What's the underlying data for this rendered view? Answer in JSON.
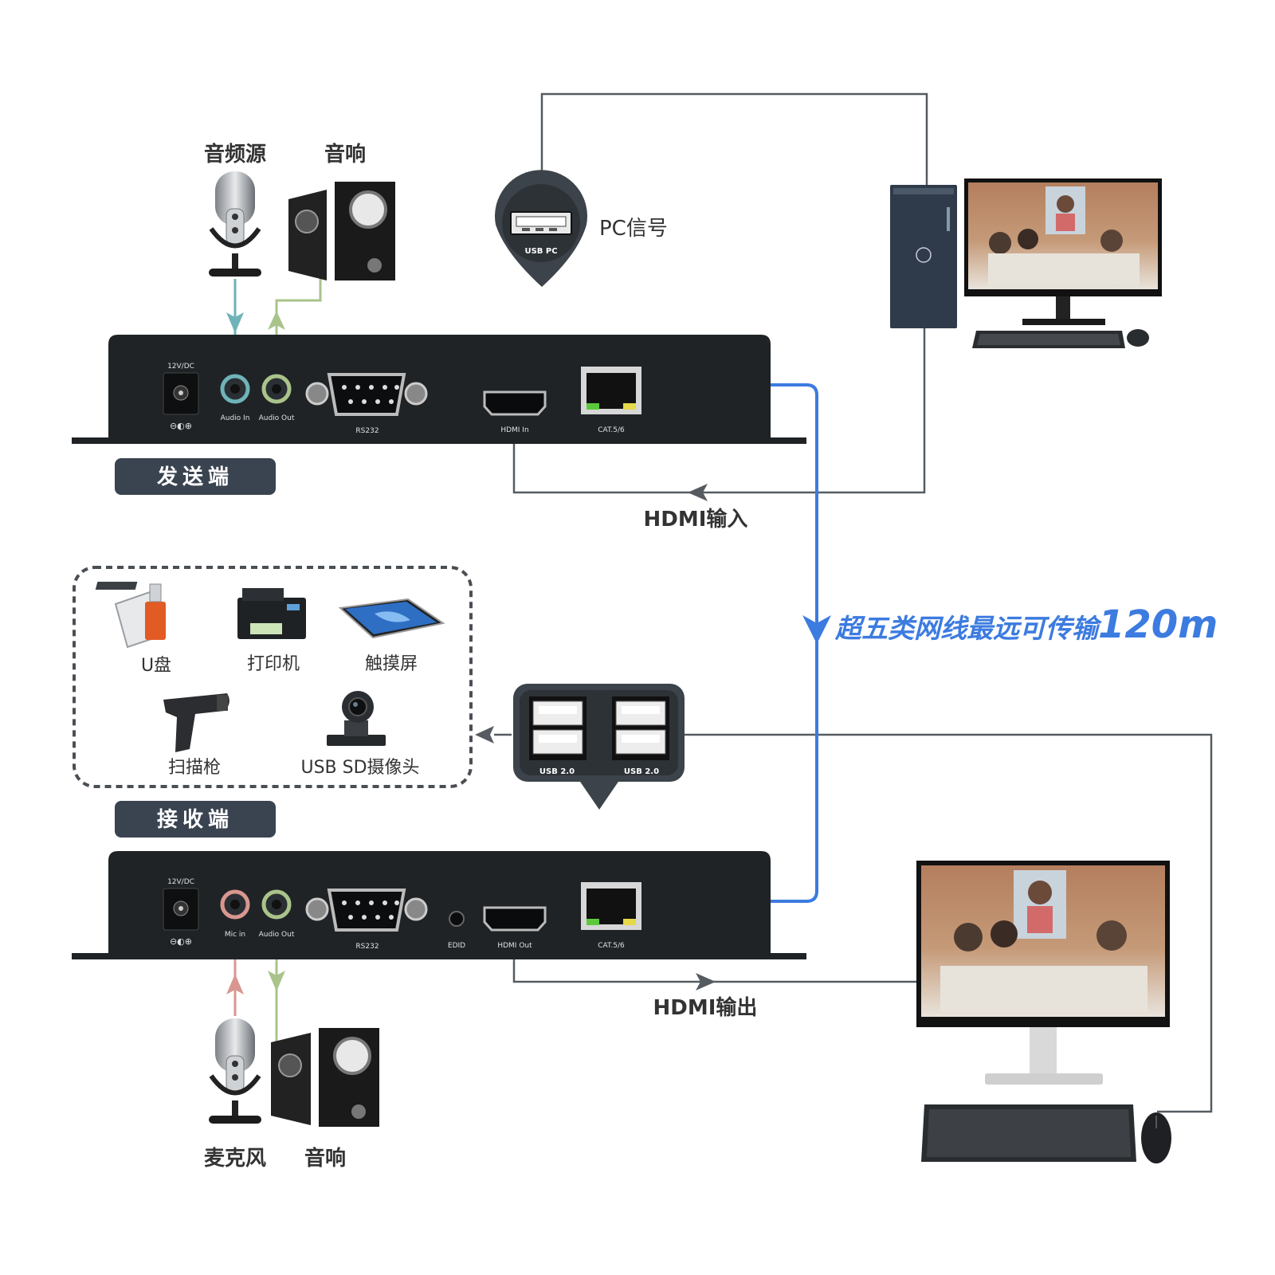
{
  "top_labels": {
    "audio_source": "音频源",
    "speaker_top": "音响",
    "pc_signal": "PC信号"
  },
  "transmitter": {
    "badge": "发送端",
    "ports": {
      "power": "12V/DC",
      "audio_in": "Audio In",
      "audio_out": "Audio Out",
      "rs232": "RS232",
      "hdmi_in": "HDMI In",
      "cat": "CAT.5/6"
    }
  },
  "usb_pc_bubble": "USB PC",
  "hdmi_input_label": "HDMI输入",
  "cable_label": {
    "text": "超五类网线最远可传输",
    "distance": "120m"
  },
  "peripherals": [
    {
      "label": "U盘"
    },
    {
      "label": "打印机"
    },
    {
      "label": "触摸屏"
    },
    {
      "label": "扫描枪"
    },
    {
      "label": "USB SD摄像头"
    }
  ],
  "usb_hub": {
    "port1": "USB 2.0",
    "port2": "USB 2.0"
  },
  "receiver": {
    "badge": "接收端",
    "ports": {
      "power": "12V/DC",
      "mic_in": "Mic in",
      "audio_out": "Audio Out",
      "rs232": "RS232",
      "edid": "EDID",
      "hdmi_out": "HDMI Out",
      "cat": "CAT.5/6"
    }
  },
  "hdmi_output_label": "HDMI输出",
  "bottom_labels": {
    "microphone": "麦克风",
    "speaker_bottom": "音响"
  },
  "colors": {
    "panel": "#1f2326",
    "badge": "#3a4350",
    "cable_blue": "#3c7be0",
    "audio_in_line": "#6fb3b8",
    "audio_out_line": "#a9c38a",
    "mic_line": "#d8978f",
    "wire": "#555b61"
  }
}
